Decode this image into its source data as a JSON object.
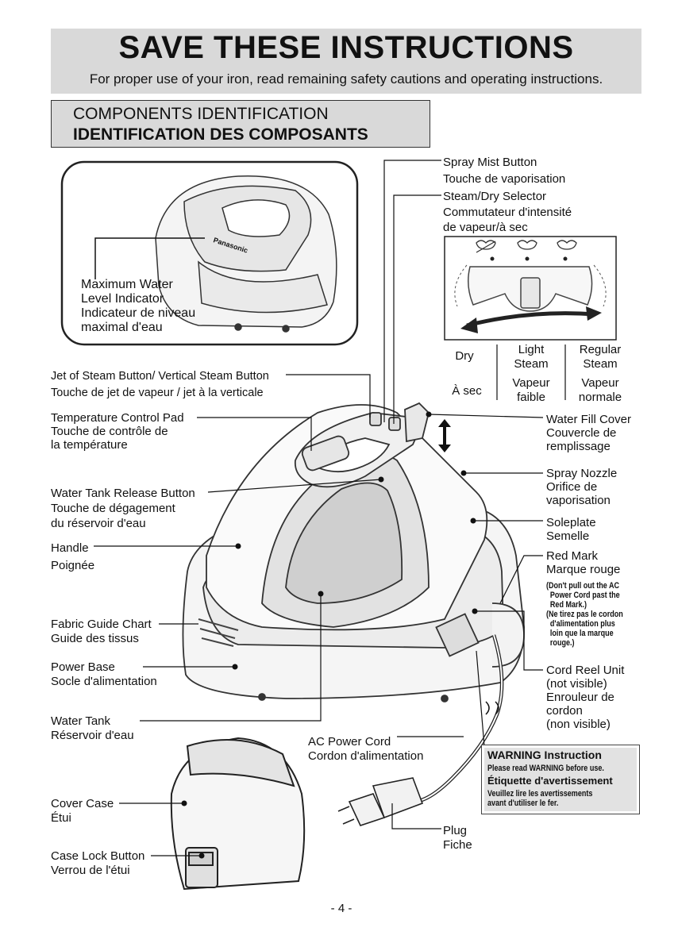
{
  "banner": {
    "title": "SAVE THESE INSTRUCTIONS",
    "subtitle": "For proper use of your iron, read remaining safety cautions and operating instructions."
  },
  "section": {
    "title_en": "COMPONENTS IDENTIFICATION",
    "title_fr": "IDENTIFICATION DES COMPOSANTS"
  },
  "labels": {
    "max_water": [
      "Maximum Water",
      "Level Indicator",
      "Indicateur de niveau",
      "maximal d'eau"
    ],
    "spray_mist": [
      "Spray Mist Button",
      "Touche de vaporisation"
    ],
    "steam_dry": [
      "Steam/Dry Selector",
      "Commutateur d'intensité",
      "de vapeur/à sec"
    ],
    "jet_steam": [
      "Jet of Steam Button/ Vertical Steam Button",
      "Touche de jet de vapeur / jet à la verticale"
    ],
    "temp_pad": [
      "Temperature Control Pad",
      "Touche de contrôle de",
      "la température"
    ],
    "tank_release": [
      "Water Tank Release Button",
      "Touche de dégagement",
      "du réservoir d'eau"
    ],
    "handle": [
      "Handle",
      "Poignée"
    ],
    "fabric_guide": [
      "Fabric Guide Chart",
      "Guide des tissus"
    ],
    "power_base": [
      "Power Base",
      "Socle d'alimentation"
    ],
    "water_tank": [
      "Water Tank",
      "Réservoir d'eau"
    ],
    "cover_case": [
      "Cover Case",
      "Étui"
    ],
    "case_lock": [
      "Case Lock Button",
      "Verrou de l'étui"
    ],
    "ac_cord": [
      "AC Power Cord",
      "Cordon d'alimentation"
    ],
    "plug": [
      "Plug",
      "Fiche"
    ],
    "water_fill": [
      "Water Fill Cover",
      "Couvercle de",
      "remplissage"
    ],
    "spray_nozzle": [
      "Spray Nozzle",
      "Orifice de",
      "vaporisation"
    ],
    "soleplate": [
      "Soleplate",
      "Semelle"
    ],
    "red_mark": [
      "Red Mark",
      "Marque rouge"
    ],
    "red_mark_note": [
      "(Don't pull out the AC",
      "Power Cord past the",
      "Red Mark.)",
      "(Ne tirez pas le cordon",
      "d'alimentation plus",
      "loin que la marque",
      "rouge.)"
    ],
    "cord_reel": [
      "Cord Reel Unit",
      "(not visible)",
      "Enrouleur de",
      "cordon",
      "(non visible)"
    ]
  },
  "steam_table": {
    "rows": [
      {
        "label": "Dry",
        "light": [
          "Light",
          "Steam"
        ],
        "regular": [
          "Regular",
          "Steam"
        ]
      },
      {
        "label": "À sec",
        "light": [
          "Vapeur",
          "faible"
        ],
        "regular": [
          "Vapeur",
          "normale"
        ]
      }
    ]
  },
  "warning": {
    "title_en": "WARNING Instruction",
    "text_en": "Please read WARNING before use.",
    "title_fr": "Étiquette d'avertissement",
    "text_fr": [
      "Veuillez lire les avertissements",
      "avant d'utiliser le fer."
    ]
  },
  "iron_brand": "Panasonic",
  "page_number": "- 4 -"
}
